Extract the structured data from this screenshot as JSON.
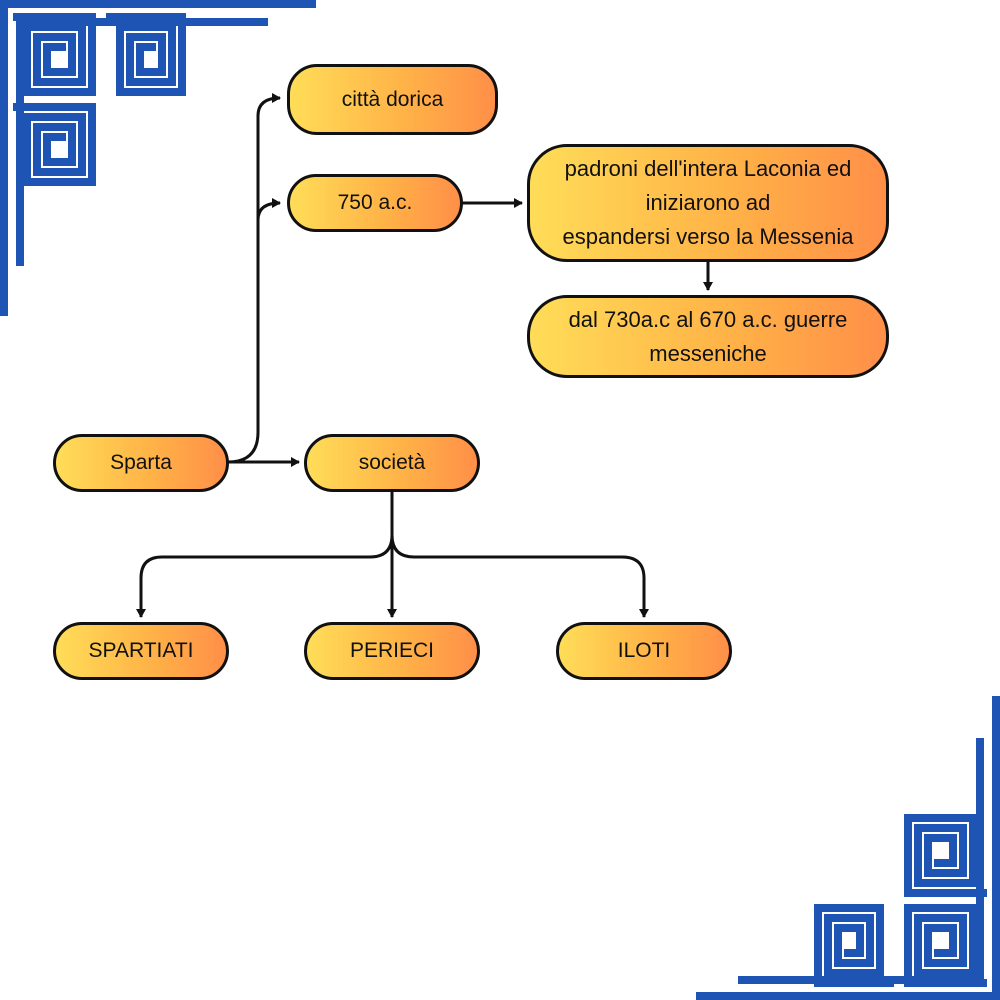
{
  "nodes": {
    "sparta": "Sparta",
    "citta_dorica": "città dorica",
    "year_750": "750 a.c.",
    "padroni": "padroni dell'intera Laconia ed\niniziarono ad\nespandersi verso la Messenia",
    "guerre": "dal 730a.c al 670 a.c. guerre\nmesseniche",
    "societa": "società",
    "spartiati": "SPARTIATI",
    "perieci": "PERIECI",
    "iloti": "ILOTI"
  },
  "colors": {
    "meander_blue": "#1e55b4",
    "node_fill_start": "#ffdd58",
    "node_fill_end": "#ff8f48",
    "outline": "#111111"
  },
  "decorations": [
    "greek-key-border-top-left",
    "greek-key-border-bottom-right"
  ]
}
